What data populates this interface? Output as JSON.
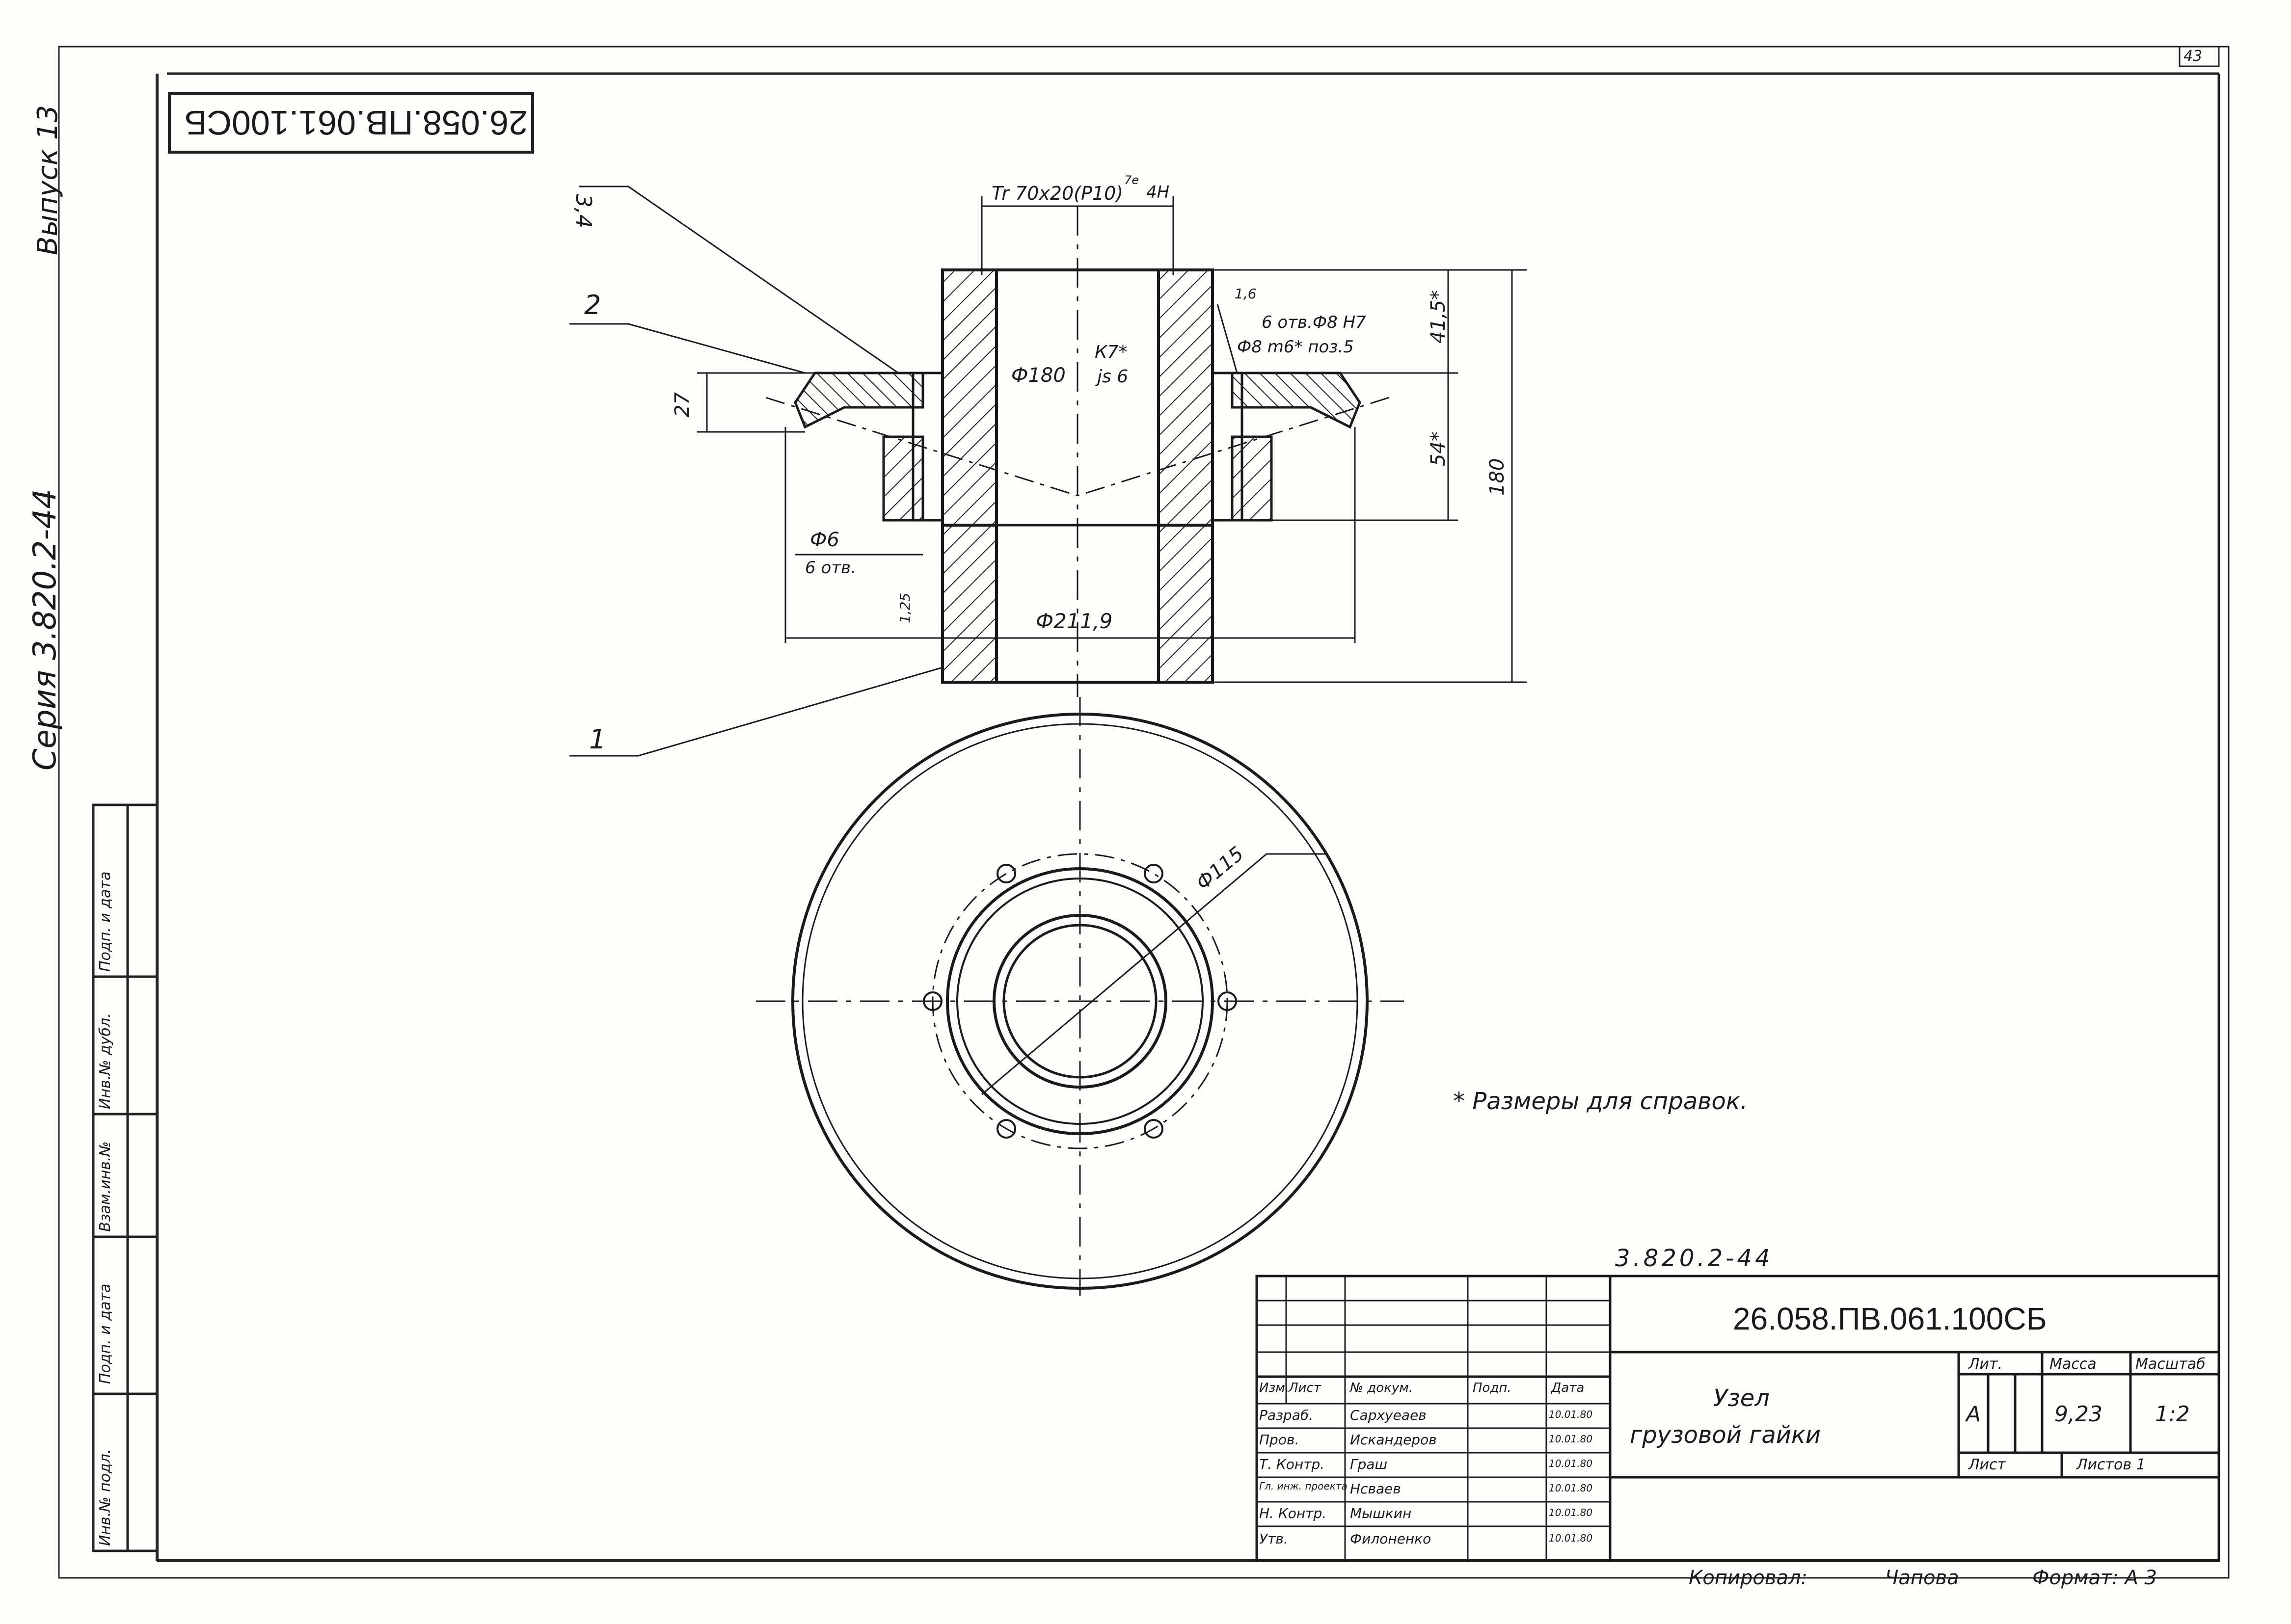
{
  "sheet_number": "43",
  "doc_code": "26.058.ПВ.061.100СБ",
  "series_code": "3.820.2-44",
  "left_margin": {
    "issue": "Выпуск 13",
    "series": "Серия 3.820.2-44",
    "stamp_cells": [
      "Инв.№ подл.",
      "Подп. и дата",
      "Взам.инв.№",
      "Инв.№ дубл.",
      "Подп. и дата"
    ]
  },
  "view_labels": {
    "thread": "Tr 70x20(P10)",
    "thread_tol": "7е",
    "thread_tol2": "4Н",
    "part1": "1",
    "part2": "2",
    "part3": "3,4",
    "dim_27": "27",
    "dia_180": "Ф180",
    "fit_k7": "К7*",
    "fit_js6": "js 6",
    "holes_h7": "6 отв.Ф8 Н7",
    "pin_m6": "Ф8 m6* поз.5",
    "rough_16": "1,6",
    "dim_415": "41,5*",
    "dim_54": "54*",
    "dim_180": "180",
    "dia_6": "Ф6",
    "holes_6": "6 отв.",
    "rough_25": "1,25",
    "dia_2119": "Ф211,9",
    "dia_115": "Ф115"
  },
  "note": "* Размеры для справок.",
  "title_block": {
    "name_line1": "Узел",
    "name_line2": "грузовой гайки",
    "col_headers": [
      "Изм.",
      "Лист",
      "№ докум.",
      "Подп.",
      "Дата"
    ],
    "rows": [
      {
        "role": "Разраб.",
        "name": "Сархуеаев",
        "date": "10.01.80"
      },
      {
        "role": "Пров.",
        "name": "Искандеров",
        "date": "10.01.80"
      },
      {
        "role": "Т. Контр.",
        "name": "Граш",
        "date": "10.01.80"
      },
      {
        "role": "Гл. инж. проекта",
        "name": "Нсваев",
        "date": "10.01.80"
      },
      {
        "role": "Н. Контр.",
        "name": "Мышкин",
        "date": "10.01.80"
      },
      {
        "role": "Утв.",
        "name": "Филоненко",
        "date": "10.01.80"
      }
    ],
    "lit_label": "Лит.",
    "mass_label": "Масса",
    "scale_label": "Масштаб",
    "lit_value": "А",
    "mass_value": "9,23",
    "scale_value": "1:2",
    "sheet_label": "Лист",
    "sheets_label": "Листов 1"
  },
  "footer": {
    "copied": "Копировал:",
    "copied_name": "Чапова",
    "format": "Формат: А 3"
  }
}
